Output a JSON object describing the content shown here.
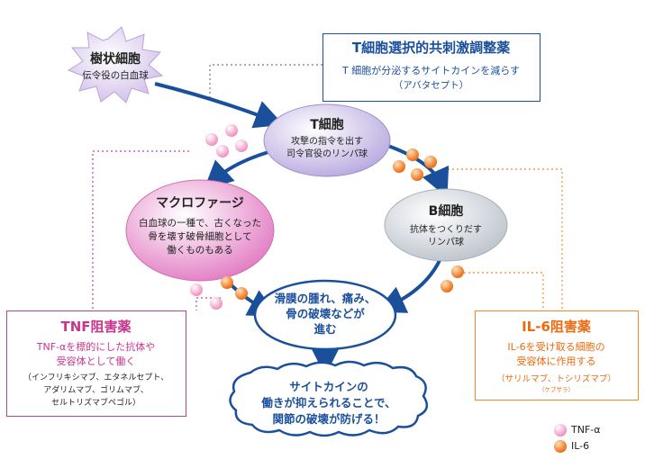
{
  "dendritic": {
    "title": "樹状細胞",
    "subtitle": "伝令役の白血球"
  },
  "t_cell": {
    "title": "T細胞",
    "line1": "攻撃の指令を出す",
    "line2": "司令官役のリンパ球"
  },
  "macrophage": {
    "title": "マクロファージ",
    "line1": "白血球の一種で、古くなった",
    "line2": "骨を壊す破骨細胞として",
    "line3": "働くものもある"
  },
  "b_cell": {
    "title": "B細胞",
    "line1": "抗体をつくりだす",
    "line2": "リンパ球"
  },
  "center": {
    "line1": "滑膜の腫れ、痛み、",
    "line2": "骨の破壊などが",
    "line3": "進む"
  },
  "result": {
    "line1": "サイトカインの",
    "line2": "働きが抑えられることで、",
    "line3": "関節の破壊が防げる！"
  },
  "t_drug": {
    "title": "T細胞選択的共刺激調整薬",
    "line1": "T 細胞が分泌するサイトカインを減らす",
    "line2": "（アバタセプト）"
  },
  "tnf_drug": {
    "title": "TNF阻害薬",
    "line1": "TNF-αを標的にした抗体や",
    "line2": "受容体として働く",
    "line3": "（インフリキシマブ、エタネルセプト、",
    "line4": "アダリムマブ、ゴリムマブ、",
    "line5": "セルトリズマブペゴル）"
  },
  "il6_drug": {
    "title": "IL-6阻害薬",
    "line1": "IL-6を受け取る細胞の",
    "line2": "受容体に作用する",
    "line3": "（サリルマブ、トシリズマブ）",
    "line4": "（ケブザラ）"
  },
  "legend": {
    "tnf": "TNF-α",
    "il6": "IL-6"
  },
  "colors": {
    "pink": "#f4a6c8",
    "orange": "#f08b2a",
    "blue": "#1a4f9c",
    "purple": "#b2479a",
    "tnf_pink": "#c9358d"
  }
}
